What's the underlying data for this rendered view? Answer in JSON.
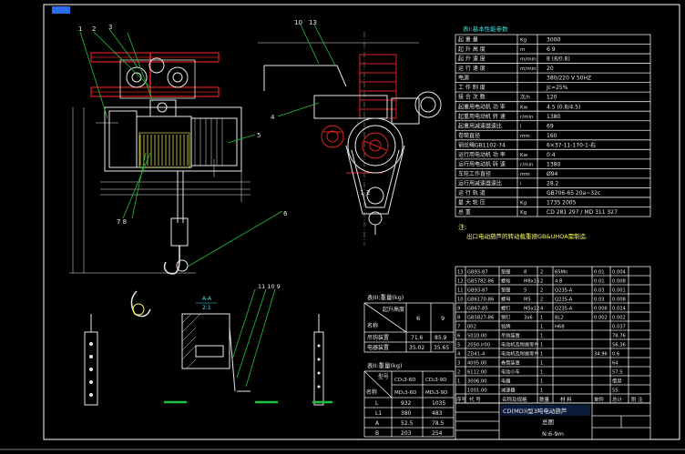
{
  "sheet": {
    "bg": "#000000",
    "frame_color": "#ffffff",
    "accent_blue": "#2a6df0",
    "accent_red": "#e02020",
    "accent_green": "#20c040",
    "accent_yellow": "#ffff40"
  },
  "leaders": {
    "l1": "1",
    "l2": "2",
    "l3": "3",
    "l4": "4",
    "l5": "5",
    "l6": "6",
    "l10": "10",
    "l13": "13",
    "l78": "7 8",
    "l1190": "11 10 9"
  },
  "section": {
    "label": "A-A",
    "scale": "2:1"
  },
  "spec_table": {
    "title": "表I:基本性能参数",
    "rows": [
      [
        "起 重 量",
        "Kg",
        "3000"
      ],
      [
        "起 升 高 度",
        "m",
        "6    9"
      ],
      [
        "起 升 速 度",
        "m/min",
        "8 (8/0.8)"
      ],
      [
        "运 行 速 度",
        "m/min",
        "20"
      ],
      [
        "电源",
        "",
        "380/220 V    50HZ"
      ],
      [
        "工 作 制 度",
        "",
        "Jc=25%"
      ],
      [
        "接 合 次 数",
        "次/h",
        "120"
      ],
      [
        "起重用电动机 功 率",
        "Kw",
        "4.5 (0.8/4.5)"
      ],
      [
        "起重用电动机 转 速",
        "r/min",
        "1380"
      ],
      [
        "起重用减速器速比",
        "i",
        "69"
      ],
      [
        "卷筒直径",
        "mm",
        "160"
      ],
      [
        "钢丝绳GB1102-74",
        "",
        "6×37-11-170-1-右"
      ],
      [
        "运行用电动机 功 率",
        "Kw",
        "0.4"
      ],
      [
        "运行用电动机 转 速",
        "r/min",
        "1380"
      ],
      [
        "车轮工作直径",
        "mm",
        "Ø94"
      ],
      [
        "运行用减速器速比",
        "i",
        "28.2"
      ],
      [
        "运 行 轨 道",
        "",
        "GB706-65    20a~32c"
      ],
      [
        "最 大 轮 压",
        "Kg",
        "1735    2005"
      ],
      [
        "总   重",
        "Kg",
        "CD 281    297 / MD 311    327"
      ]
    ],
    "note_label": "注:",
    "note_text": "出口电动葫芦的转动载重按GB&UHOA需制造."
  },
  "table3": {
    "title": "表III:重量(kg)",
    "head": [
      "名称",
      "起升高度",
      "6",
      "9"
    ],
    "rows": [
      [
        "吊钩装置",
        "71.6",
        "85.9"
      ],
      [
        "电器装置",
        "35.02",
        "35.65"
      ]
    ]
  },
  "table2": {
    "title": "表II:重量(kg)",
    "head": [
      "名称",
      "型号",
      "CD₁3-6D",
      "CD₁3-9D"
    ],
    "head2": [
      "",
      "",
      "MD₁3-6D",
      "MD₁3-9D"
    ],
    "rows": [
      [
        "L",
        "932",
        "1035"
      ],
      [
        "L1",
        "380",
        "483"
      ],
      [
        "A",
        "52.5",
        "78.5"
      ],
      [
        "B",
        "203",
        "254"
      ]
    ]
  },
  "bom": {
    "rows": [
      [
        "13",
        "GB93-87",
        "垫圈",
        "8",
        "2",
        "65Mn",
        "0.01",
        "0.004"
      ],
      [
        "12",
        "GB5782-86",
        "螺栓",
        "M8x16",
        "2",
        "4.8",
        "0.01",
        "0.008"
      ],
      [
        "11",
        "GB93-87",
        "垫圈",
        "5",
        "2",
        "Q235-A",
        "0.03",
        "0.001"
      ],
      [
        "10",
        "GB6170-86",
        "螺母",
        "M5",
        "2",
        "Q235-A",
        "0.03",
        "0.008"
      ],
      [
        "9",
        "GB67-85",
        "螺钉",
        "M5x12",
        "4",
        "Q235-A",
        "0.006",
        "0.024"
      ],
      [
        "8",
        "GB5827-86",
        "销钉",
        "3x6",
        "1",
        "BL2",
        "0.002",
        "0.002"
      ],
      [
        "7",
        "002",
        "铭牌",
        "",
        "1",
        "H68",
        "",
        "0.037"
      ],
      [
        "6",
        "5010.00",
        "吊钩装置",
        "",
        "1",
        "",
        "",
        "78.76"
      ],
      [
        "5",
        "2050.ir00",
        "电动机及附属零件",
        "",
        "1",
        "",
        "",
        "56.36"
      ],
      [
        "4",
        "ZD41-4",
        "电动机及附属零件",
        "",
        "1",
        "",
        "34.96",
        "0.6"
      ],
      [
        "3",
        "4005.00",
        "卷筒装置",
        "",
        "1",
        "",
        "",
        "64"
      ],
      [
        "2",
        "6112.00",
        "电动小车",
        "",
        "1",
        "",
        "",
        "57.5"
      ],
      [
        "1",
        "3006.00",
        "电器",
        "",
        "1",
        "",
        "",
        "借用"
      ],
      [
        "",
        "1001.00",
        "减速器",
        "",
        "1",
        "",
        "",
        "55"
      ]
    ],
    "footer": [
      "序号",
      "代 号",
      "名称及规格",
      "数量",
      "材 料",
      "单件",
      "总计",
      "附 注"
    ],
    "title_main": "CD(MD)I型3吨电动葫芦",
    "title_sub": "总图",
    "scale": "N:6-9m"
  }
}
